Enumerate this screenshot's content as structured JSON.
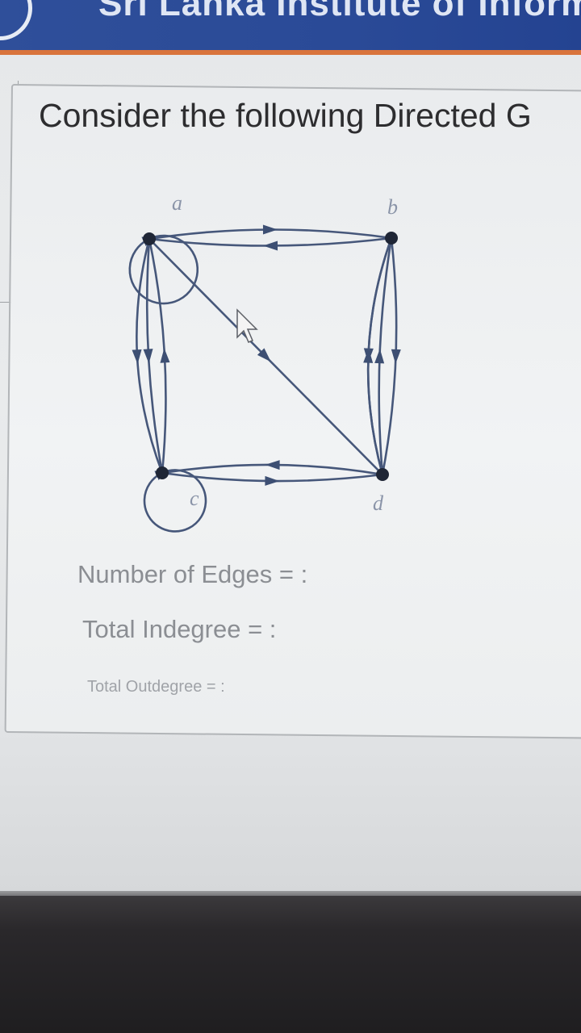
{
  "header": {
    "title": "Sri Lanka Institute of Informa"
  },
  "question": {
    "text": "Consider the following Directed G"
  },
  "graph": {
    "nodes": [
      {
        "id": "a",
        "label": "a"
      },
      {
        "id": "b",
        "label": "b"
      },
      {
        "id": "c",
        "label": "c"
      },
      {
        "id": "d",
        "label": "d"
      }
    ],
    "edges": [
      {
        "from": "a",
        "to": "a"
      },
      {
        "from": "b",
        "to": "a"
      },
      {
        "from": "a",
        "to": "b"
      },
      {
        "from": "a",
        "to": "c"
      },
      {
        "from": "c",
        "to": "a"
      },
      {
        "from": "a",
        "to": "c"
      },
      {
        "from": "a",
        "to": "d"
      },
      {
        "from": "d",
        "to": "b"
      },
      {
        "from": "b",
        "to": "d"
      },
      {
        "from": "b",
        "to": "d"
      },
      {
        "from": "d",
        "to": "b"
      },
      {
        "from": "c",
        "to": "d"
      },
      {
        "from": "d",
        "to": "c"
      },
      {
        "from": "c",
        "to": "c"
      }
    ]
  },
  "fields": {
    "edges_label": "Number of Edges = :",
    "indegree_label": "Total Indegree = :",
    "outdegree_label": "Total Outdegree = :"
  },
  "colors": {
    "header": "#2f4f9a",
    "accent_stripe": "#d9743c",
    "graph_ink": "#3d4f73"
  }
}
